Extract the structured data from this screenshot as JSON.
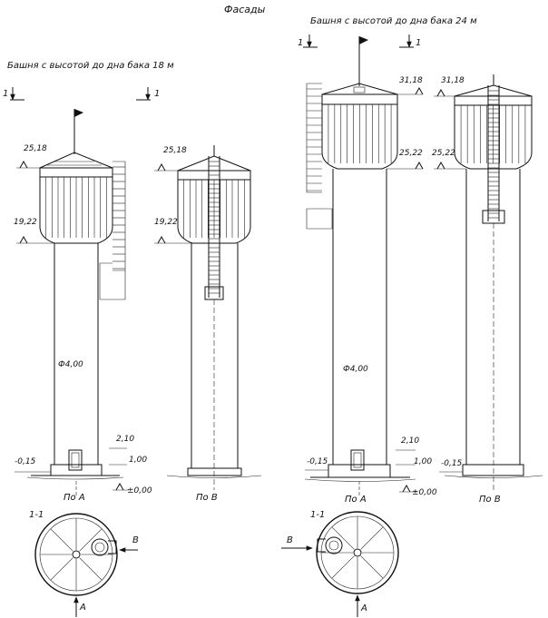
{
  "sheet": {
    "title": "Фасады",
    "group_18": "Башня с высотой до дна бака 18 м",
    "group_24": "Башня с высотой до дна бака 24 м"
  },
  "tower18": {
    "section_left": "1",
    "section_right": "1",
    "front": {
      "top_mark": "25,18",
      "bottom_tank_mark": "19,22",
      "diameter": "Ф4,00",
      "mark_2_10": "2,10",
      "mark_1_00": "1,00",
      "mark_minus": "-0,15",
      "mark_zero": "±0,00",
      "caption": "По А"
    },
    "side": {
      "top_mark": "25,18",
      "bottom_tank_mark": "19,22",
      "caption": "По В"
    },
    "plan": {
      "title": "1-1",
      "arrow_a": "А",
      "arrow_b": "В"
    }
  },
  "tower24": {
    "section_left": "1",
    "section_right": "1",
    "front": {
      "top_mark": "31,18",
      "bottom_tank_mark": "25,22",
      "diameter": "Ф4,00",
      "mark_2_10": "2,10",
      "mark_1_00": "1,00",
      "mark_minus": "-0,15",
      "mark_zero": "±0,00",
      "caption": "По А"
    },
    "side": {
      "top_mark": "31,18",
      "bottom_tank_mark": "25,22",
      "mark_minus": "-0,15",
      "caption": "По В"
    },
    "plan": {
      "title": "1-1",
      "arrow_a": "А",
      "arrow_b": "В"
    }
  }
}
